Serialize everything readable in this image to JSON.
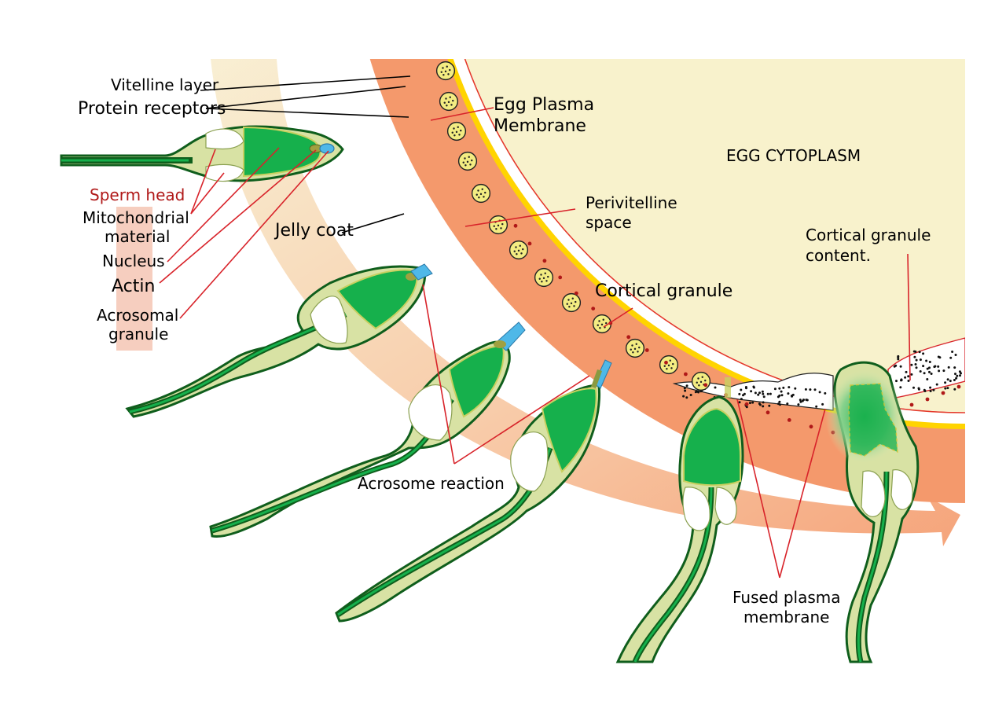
{
  "labels": {
    "vitelline_layer": "Vitelline layer",
    "protein_receptors": "Protein receptors",
    "sperm_head": "Sperm head",
    "mitochondrial_1": "Mitochondrial",
    "mitochondrial_2": "material",
    "nucleus": "Nucleus",
    "actin": "Actin",
    "acrosomal_1": "Acrosomal",
    "acrosomal_2": "granule",
    "jelly_coat": "Jelly coat",
    "egg_plasma_1": "Egg Plasma",
    "egg_plasma_2": "Membrane",
    "egg_cytoplasm": "EGG CYTOPLASM",
    "perivitelline_1": "Perivitelline",
    "perivitelline_2": "space",
    "cortical_granule": "Cortical granule",
    "cortical_content_1": "Cortical granule",
    "cortical_content_2": "content.",
    "acrosome_reaction": "Acrosome reaction",
    "fused_1": "Fused plasma",
    "fused_2": "membrane"
  },
  "colors": {
    "cytoplasm": "#f8f2cc",
    "jelly_coat": "#f4996c",
    "vitelline_yellow": "#ffd400",
    "receptor_red": "#b01818",
    "sperm_dark_green": "#0f5e1c",
    "sperm_green": "#16b04c",
    "sperm_pale": "#d8e2a4",
    "acrosome_blue": "#4fb8e8",
    "granule_yellow": "#f3ec82",
    "leader_red": "#d8232a",
    "arrow_peach": "#f6b089"
  }
}
